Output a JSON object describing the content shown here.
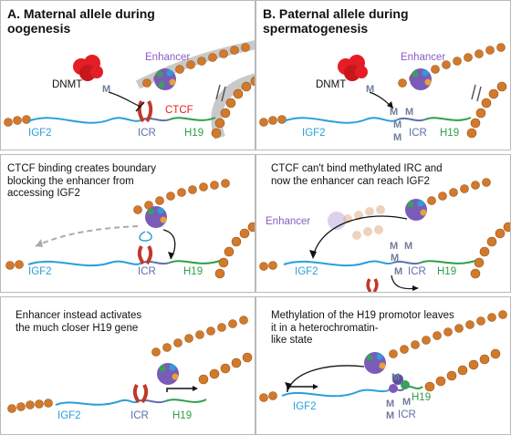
{
  "column_a": {
    "title": "A. Maternal allele during\noogenesis",
    "panel1": {
      "dnmt": "DNMT",
      "m": "M",
      "enhancer": "Enhancer",
      "ctcf": "CTCF",
      "igf2": "IGF2",
      "icr": "ICR",
      "h19": "H19"
    },
    "panel2": {
      "caption": "CTCF binding creates boundary\nblocking the enhancer from\naccessing IGF2",
      "igf2": "IGF2",
      "icr": "ICR",
      "h19": "H19"
    },
    "panel3": {
      "caption": "Enhancer instead activates\nthe much closer H19 gene",
      "igf2": "IGF2",
      "icr": "ICR",
      "h19": "H19"
    }
  },
  "column_b": {
    "title": "B. Paternal allele during\nspermatogenesis",
    "panel1": {
      "dnmt": "DNMT",
      "m": "M",
      "enhancer": "Enhancer",
      "igf2": "IGF2",
      "icr": "ICR",
      "h19": "H19"
    },
    "panel2": {
      "caption": "CTCF can't bind methylated IRC and\nnow the enhancer can reach IGF2",
      "enhancer": "Enhancer",
      "m": "M",
      "igf2": "IGF2",
      "icr": "ICR",
      "h19": "H19"
    },
    "panel3": {
      "caption": "Methylation of the H19 promotor leaves\nit in a heterochromatin-\nlike state",
      "m": "M",
      "igf2": "IGF2",
      "icr": "ICR",
      "h19": "H19"
    }
  },
  "colors": {
    "igf2": "#2a9fd8",
    "icr": "#5d6fa8",
    "h19": "#2e9f47",
    "enhancer": "#8a5cc4",
    "ctcf_label": "#e8211d",
    "dnmt": "#e31e24",
    "nucleosome": "#d27a2c",
    "m": "#6f7d9a"
  }
}
